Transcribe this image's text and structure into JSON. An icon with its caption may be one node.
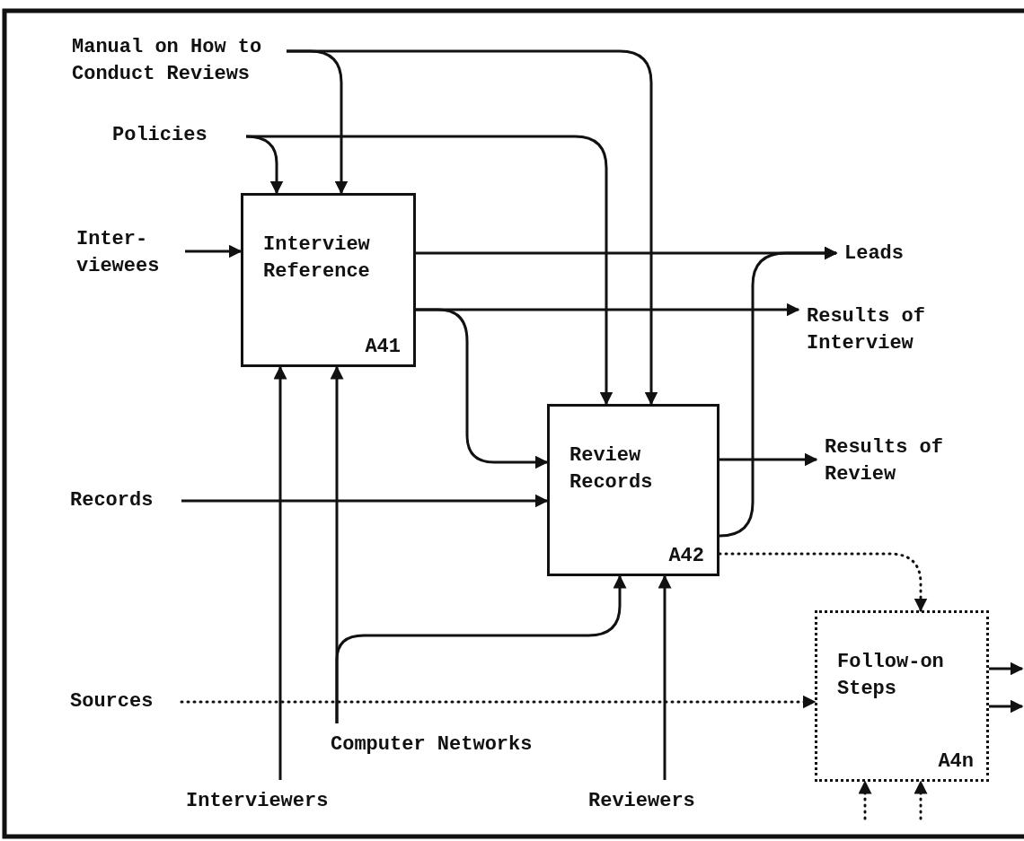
{
  "diagram": {
    "nodes": [
      {
        "text": [
          "Manual on How to Conduct Reviews"
        ]
      },
      {
        "text": [
          "Policies"
        ]
      },
      {
        "text": [
          "Inter- viewees"
        ]
      },
      {
        "text": [
          "Interview Reference",
          "A41"
        ]
      },
      {
        "text": [
          "Leads"
        ]
      },
      {
        "text": [
          "Results of Interview"
        ]
      },
      {
        "text": [
          "Review Records",
          "A42"
        ]
      },
      {
        "text": [
          "Results of Review"
        ]
      },
      {
        "text": [
          "Records"
        ]
      },
      {
        "text": [
          "Sources"
        ]
      },
      {
        "text": [
          "Follow-on Steps",
          "A4n"
        ]
      },
      {
        "text": [
          "Computer Networks"
        ]
      },
      {
        "text": [
          "Interviewers"
        ]
      },
      {
        "text": [
          "Reviewers"
        ]
      }
    ],
    "edges": [
      {
        "from": 0,
        "to": 3,
        "arrow": "to"
      },
      {
        "from": 0,
        "to": 6,
        "arrow": "to"
      },
      {
        "from": 1,
        "to": 3,
        "arrow": "to"
      },
      {
        "from": 1,
        "to": 6,
        "arrow": "to"
      },
      {
        "from": 2,
        "to": 3,
        "arrow": "to"
      },
      {
        "from": 3,
        "to": 4,
        "arrow": "to"
      },
      {
        "from": 3,
        "to": 5,
        "arrow": "to"
      },
      {
        "from": 3,
        "to": 6,
        "arrow": "to"
      },
      {
        "from": 8,
        "to": 6,
        "arrow": "to"
      },
      {
        "from": 6,
        "to": 7,
        "arrow": "to"
      },
      {
        "from": 6,
        "to": 4,
        "arrow": "to"
      },
      {
        "from": 6,
        "to": 10,
        "arrow": "to",
        "style": "dashed"
      },
      {
        "from": 9,
        "to": 10,
        "arrow": "to",
        "style": "dashed"
      },
      {
        "from": 11,
        "to": 3,
        "arrow": "to"
      },
      {
        "from": 11,
        "to": 6,
        "arrow": "to"
      },
      {
        "from": 12,
        "to": 3,
        "arrow": "to"
      },
      {
        "from": 13,
        "to": 6,
        "arrow": "to"
      },
      {
        "from": 10,
        "to": null,
        "arrow": "to"
      },
      {
        "from": 10,
        "to": null,
        "arrow": "to"
      },
      {
        "from": null,
        "to": 10,
        "arrow": "to",
        "style": "dashed"
      },
      {
        "from": null,
        "to": 10,
        "arrow": "to",
        "style": "dashed"
      }
    ]
  }
}
